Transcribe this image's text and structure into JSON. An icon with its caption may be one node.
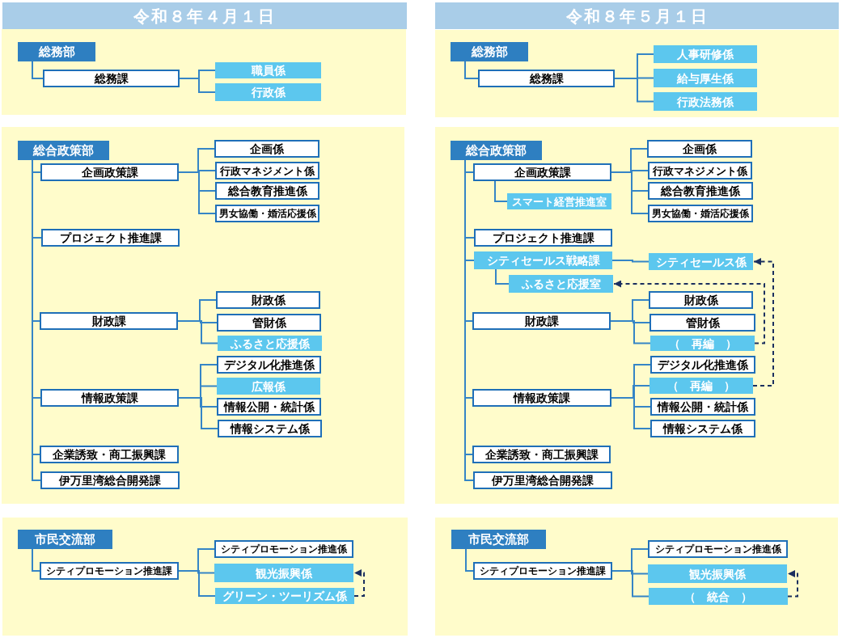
{
  "diagram": {
    "nodes": [
      {
        "text": [
          "令和８年４月１日"
        ]
      },
      {
        "text": [
          "総務部"
        ]
      },
      {
        "text": [
          "総務課"
        ]
      },
      {
        "text": [
          "職員係"
        ]
      },
      {
        "text": [
          "行政係"
        ]
      },
      {
        "text": [
          "総合政策部"
        ]
      },
      {
        "text": [
          "企画政策課"
        ]
      },
      {
        "text": [
          "企画係"
        ]
      },
      {
        "text": [
          "行政マネジメント係"
        ]
      },
      {
        "text": [
          "総合教育推進係"
        ]
      },
      {
        "text": [
          "男女協働・婚活応援係"
        ]
      },
      {
        "text": [
          "プロジェクト推進課"
        ]
      },
      {
        "text": [
          "財政課"
        ]
      },
      {
        "text": [
          "財政係"
        ]
      },
      {
        "text": [
          "管財係"
        ]
      },
      {
        "text": [
          "ふるさと応援係"
        ]
      },
      {
        "text": [
          "情報政策課"
        ]
      },
      {
        "text": [
          "デジタル化推進係"
        ]
      },
      {
        "text": [
          "広報係"
        ]
      },
      {
        "text": [
          "情報公開・統計係"
        ]
      },
      {
        "text": [
          "情報システム係"
        ]
      },
      {
        "text": [
          "企業誘致・商工振興課"
        ]
      },
      {
        "text": [
          "伊万里湾総合開発課"
        ]
      },
      {
        "text": [
          "市民交流部"
        ]
      },
      {
        "text": [
          "シティプロモーション推進課"
        ]
      },
      {
        "text": [
          "シティプロモーション推進係"
        ]
      },
      {
        "text": [
          "観光振興係"
        ]
      },
      {
        "text": [
          "グリーン・ツーリズム係"
        ]
      },
      {
        "text": [
          "令和８年５月１日"
        ]
      },
      {
        "text": [
          "総務部"
        ]
      },
      {
        "text": [
          "総務課"
        ]
      },
      {
        "text": [
          "人事研修係"
        ]
      },
      {
        "text": [
          "給与厚生係"
        ]
      },
      {
        "text": [
          "行政法務係"
        ]
      },
      {
        "text": [
          "総合政策部"
        ]
      },
      {
        "text": [
          "企画政策課"
        ]
      },
      {
        "text": [
          "スマート経営推進室"
        ]
      },
      {
        "text": [
          "企画係"
        ]
      },
      {
        "text": [
          "行政マネジメント係"
        ]
      },
      {
        "text": [
          "総合教育推進係"
        ]
      },
      {
        "text": [
          "男女協働・婚活応援係"
        ]
      },
      {
        "text": [
          "プロジェクト推進課"
        ]
      },
      {
        "text": [
          "シティセールス戦略課"
        ]
      },
      {
        "text": [
          "シティセールス係"
        ]
      },
      {
        "text": [
          "ふるさと応援室"
        ]
      },
      {
        "text": [
          "財政課"
        ]
      },
      {
        "text": [
          "財政係"
        ]
      },
      {
        "text": [
          "管財係"
        ]
      },
      {
        "text": [
          "（　再編　）"
        ]
      },
      {
        "text": [
          "情報政策課"
        ]
      },
      {
        "text": [
          "デジタル化推進係"
        ]
      },
      {
        "text": [
          "（　再編　）"
        ]
      },
      {
        "text": [
          "情報公開・統計係"
        ]
      },
      {
        "text": [
          "情報システム係"
        ]
      },
      {
        "text": [
          "企業誘致・商工振興課"
        ]
      },
      {
        "text": [
          "伊万里湾総合開発課"
        ]
      },
      {
        "text": [
          "市民交流部"
        ]
      },
      {
        "text": [
          "シティプロモーション推進課"
        ]
      },
      {
        "text": [
          "シティプロモーション推進係"
        ]
      },
      {
        "text": [
          "観光振興係"
        ]
      },
      {
        "text": [
          "（　統合　）"
        ]
      }
    ],
    "edges": [
      {
        "from": 1,
        "to": 2,
        "arrow": "none"
      },
      {
        "from": 2,
        "to": 3,
        "arrow": "none"
      },
      {
        "from": 2,
        "to": 4,
        "arrow": "none"
      },
      {
        "from": 5,
        "to": 6,
        "arrow": "none"
      },
      {
        "from": 6,
        "to": 7,
        "arrow": "none"
      },
      {
        "from": 6,
        "to": 8,
        "arrow": "none"
      },
      {
        "from": 6,
        "to": 9,
        "arrow": "none"
      },
      {
        "from": 6,
        "to": 10,
        "arrow": "none"
      },
      {
        "from": 5,
        "to": 11,
        "arrow": "none"
      },
      {
        "from": 5,
        "to": 12,
        "arrow": "none"
      },
      {
        "from": 12,
        "to": 13,
        "arrow": "none"
      },
      {
        "from": 12,
        "to": 14,
        "arrow": "none"
      },
      {
        "from": 12,
        "to": 15,
        "arrow": "none"
      },
      {
        "from": 5,
        "to": 16,
        "arrow": "none"
      },
      {
        "from": 16,
        "to": 17,
        "arrow": "none"
      },
      {
        "from": 16,
        "to": 18,
        "arrow": "none"
      },
      {
        "from": 16,
        "to": 19,
        "arrow": "none"
      },
      {
        "from": 16,
        "to": 20,
        "arrow": "none"
      },
      {
        "from": 5,
        "to": 21,
        "arrow": "none"
      },
      {
        "from": 5,
        "to": 22,
        "arrow": "none"
      },
      {
        "from": 23,
        "to": 24,
        "arrow": "none"
      },
      {
        "from": 24,
        "to": 25,
        "arrow": "none"
      },
      {
        "from": 24,
        "to": 26,
        "arrow": "none"
      },
      {
        "from": 24,
        "to": 27,
        "arrow": "none"
      },
      {
        "from": 27,
        "to": 26,
        "arrow": "to",
        "style": "dashed",
        "color": "#1b2f5f"
      },
      {
        "from": 29,
        "to": 30,
        "arrow": "none"
      },
      {
        "from": 30,
        "to": 31,
        "arrow": "none"
      },
      {
        "from": 30,
        "to": 32,
        "arrow": "none"
      },
      {
        "from": 30,
        "to": 33,
        "arrow": "none"
      },
      {
        "from": 34,
        "to": 35,
        "arrow": "none"
      },
      {
        "from": 35,
        "to": 36,
        "arrow": "none"
      },
      {
        "from": 35,
        "to": 37,
        "arrow": "none"
      },
      {
        "from": 35,
        "to": 38,
        "arrow": "none"
      },
      {
        "from": 35,
        "to": 39,
        "arrow": "none"
      },
      {
        "from": 35,
        "to": 40,
        "arrow": "none"
      },
      {
        "from": 34,
        "to": 41,
        "arrow": "none"
      },
      {
        "from": 34,
        "to": 42,
        "arrow": "none"
      },
      {
        "from": 42,
        "to": 43,
        "arrow": "none"
      },
      {
        "from": 42,
        "to": 44,
        "arrow": "none"
      },
      {
        "from": 34,
        "to": 45,
        "arrow": "none"
      },
      {
        "from": 45,
        "to": 46,
        "arrow": "none"
      },
      {
        "from": 45,
        "to": 47,
        "arrow": "none"
      },
      {
        "from": 45,
        "to": 48,
        "arrow": "none"
      },
      {
        "from": 34,
        "to": 49,
        "arrow": "none"
      },
      {
        "from": 49,
        "to": 50,
        "arrow": "none"
      },
      {
        "from": 49,
        "to": 51,
        "arrow": "none"
      },
      {
        "from": 49,
        "to": 52,
        "arrow": "none"
      },
      {
        "from": 49,
        "to": 53,
        "arrow": "none"
      },
      {
        "from": 34,
        "to": 54,
        "arrow": "none"
      },
      {
        "from": 34,
        "to": 55,
        "arrow": "none"
      },
      {
        "from": 56,
        "to": 57,
        "arrow": "none"
      },
      {
        "from": 57,
        "to": 58,
        "arrow": "none"
      },
      {
        "from": 57,
        "to": 59,
        "arrow": "none"
      },
      {
        "from": 57,
        "to": 60,
        "arrow": "none"
      },
      {
        "from": 48,
        "to": 44,
        "arrow": "to",
        "style": "dashed",
        "color": "#1b2f5f"
      },
      {
        "from": 51,
        "to": 43,
        "arrow": "to",
        "style": "dashed",
        "color": "#1b2f5f"
      },
      {
        "from": 60,
        "to": 59,
        "arrow": "to",
        "style": "dashed",
        "color": "#1b2f5f"
      }
    ]
  }
}
